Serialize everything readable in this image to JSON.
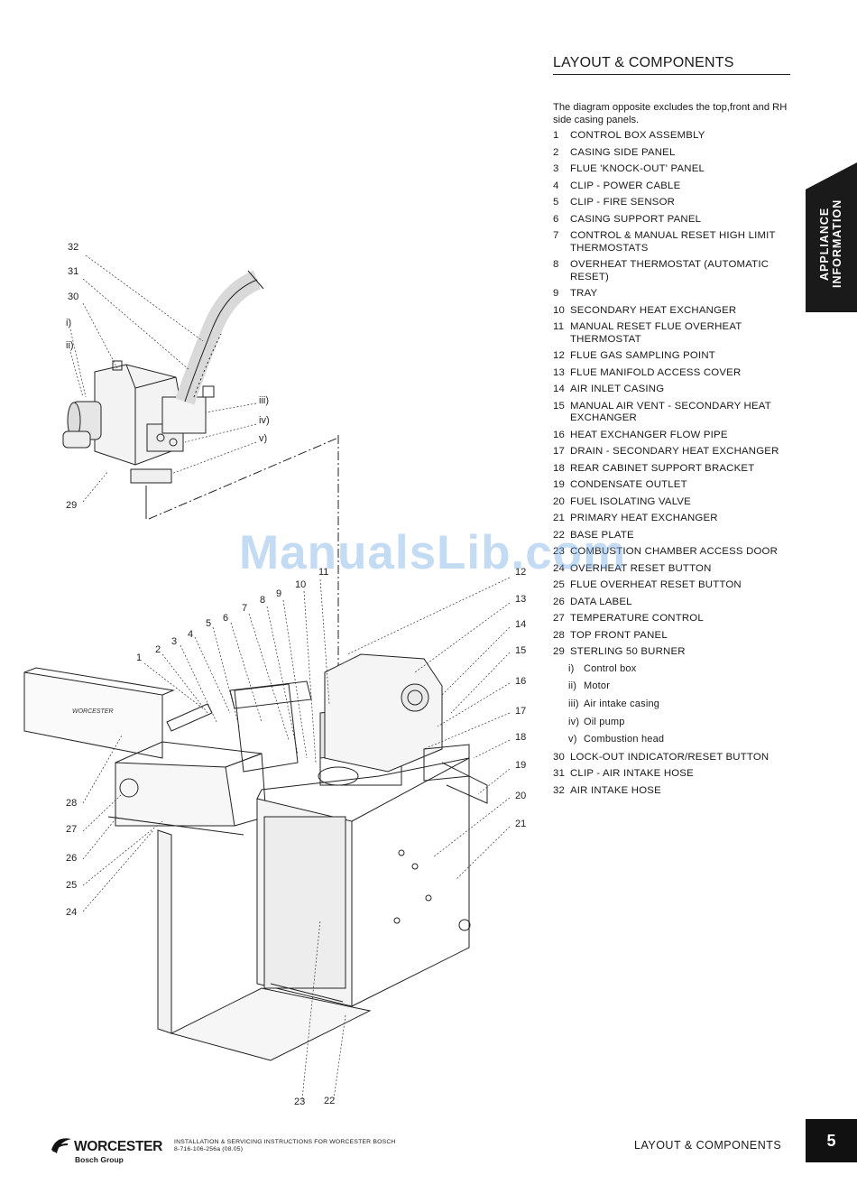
{
  "section_title": "LAYOUT & COMPONENTS",
  "intro_text": "The diagram opposite excludes the top,front and RH side casing panels.",
  "side_tab": {
    "line1": "APPLIANCE",
    "line2": "INFORMATION"
  },
  "components": [
    {
      "num": "1",
      "label": "CONTROL BOX ASSEMBLY"
    },
    {
      "num": "2",
      "label": "CASING SIDE PANEL"
    },
    {
      "num": "3",
      "label": "FLUE 'KNOCK-OUT' PANEL"
    },
    {
      "num": "4",
      "label": "CLIP - POWER CABLE"
    },
    {
      "num": "5",
      "label": "CLIP - FIRE SENSOR"
    },
    {
      "num": "6",
      "label": "CASING SUPPORT PANEL"
    },
    {
      "num": "7",
      "label": "CONTROL & MANUAL RESET HIGH LIMIT THERMOSTATS"
    },
    {
      "num": "8",
      "label": "OVERHEAT THERMOSTAT (AUTOMATIC RESET)"
    },
    {
      "num": "9",
      "label": "TRAY"
    },
    {
      "num": "10",
      "label": "SECONDARY HEAT EXCHANGER"
    },
    {
      "num": "11",
      "label": "MANUAL RESET FLUE OVERHEAT THERMOSTAT"
    },
    {
      "num": "12",
      "label": "FLUE GAS SAMPLING POINT"
    },
    {
      "num": "13",
      "label": "FLUE MANIFOLD ACCESS COVER"
    },
    {
      "num": "14",
      "label": "AIR INLET CASING"
    },
    {
      "num": "15",
      "label": "MANUAL AIR VENT - SECONDARY HEAT EXCHANGER"
    },
    {
      "num": "16",
      "label": "HEAT EXCHANGER FLOW PIPE"
    },
    {
      "num": "17",
      "label": "DRAIN - SECONDARY HEAT EXCHANGER"
    },
    {
      "num": "18",
      "label": "REAR CABINET SUPPORT BRACKET"
    },
    {
      "num": "19",
      "label": "CONDENSATE OUTLET"
    },
    {
      "num": "20",
      "label": "FUEL ISOLATING VALVE"
    },
    {
      "num": "21",
      "label": "PRIMARY HEAT EXCHANGER"
    },
    {
      "num": "22",
      "label": "BASE PLATE"
    },
    {
      "num": "23",
      "label": "COMBUSTION CHAMBER ACCESS DOOR"
    },
    {
      "num": "24",
      "label": "OVERHEAT RESET BUTTON"
    },
    {
      "num": "25",
      "label": "FLUE OVERHEAT RESET BUTTON"
    },
    {
      "num": "26",
      "label": "DATA LABEL"
    },
    {
      "num": "27",
      "label": "TEMPERATURE CONTROL"
    },
    {
      "num": "28",
      "label": "TOP FRONT PANEL"
    },
    {
      "num": "29",
      "label": "STERLING 50 BURNER"
    },
    {
      "num": "i)",
      "label": "Control box",
      "sub": true
    },
    {
      "num": "ii)",
      "label": "Motor",
      "sub": true
    },
    {
      "num": "iii)",
      "label": "Air intake casing",
      "sub": true
    },
    {
      "num": "iv)",
      "label": "Oil pump",
      "sub": true
    },
    {
      "num": "v)",
      "label": "Combustion head",
      "sub": true
    },
    {
      "num": "30",
      "label": "LOCK-OUT INDICATOR/RESET BUTTON"
    },
    {
      "num": "31",
      "label": "CLIP - AIR INTAKE HOSE"
    },
    {
      "num": "32",
      "label": "AIR INTAKE HOSE"
    }
  ],
  "callouts": [
    "32",
    "31",
    "30",
    "i)",
    "ii)",
    "iii)",
    "iv)",
    "v)",
    "29",
    "1",
    "2",
    "3",
    "4",
    "5",
    "6",
    "7",
    "8",
    "9",
    "10",
    "11",
    "12",
    "13",
    "14",
    "15",
    "16",
    "17",
    "18",
    "19",
    "20",
    "21",
    "22",
    "23",
    "24",
    "25",
    "26",
    "27",
    "28"
  ],
  "footer": {
    "brand": "WORCESTER",
    "brand_sub": "Bosch Group",
    "doc_line1": "INSTALLATION & SERVICING INSTRUCTIONS FOR WORCESTER BOSCH",
    "doc_line2": "8-716-106-256a (08.05)",
    "section": "LAYOUT & COMPONENTS",
    "page_number": "5"
  },
  "watermark": "ManualsLib.com"
}
